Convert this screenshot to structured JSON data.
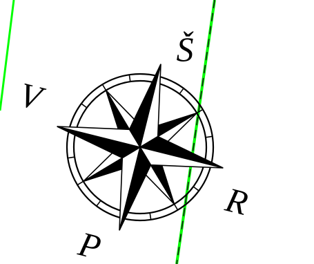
{
  "compass": {
    "labels": {
      "north": "Š",
      "west": "V",
      "east": "R",
      "south": "P"
    },
    "rose_color": "#000000",
    "background": "#ffffff"
  },
  "map_lines": {
    "left_line_color": "#00ff00",
    "right_line_color": "#00ff00",
    "right_line_dash_color": "#1a1a1a"
  }
}
